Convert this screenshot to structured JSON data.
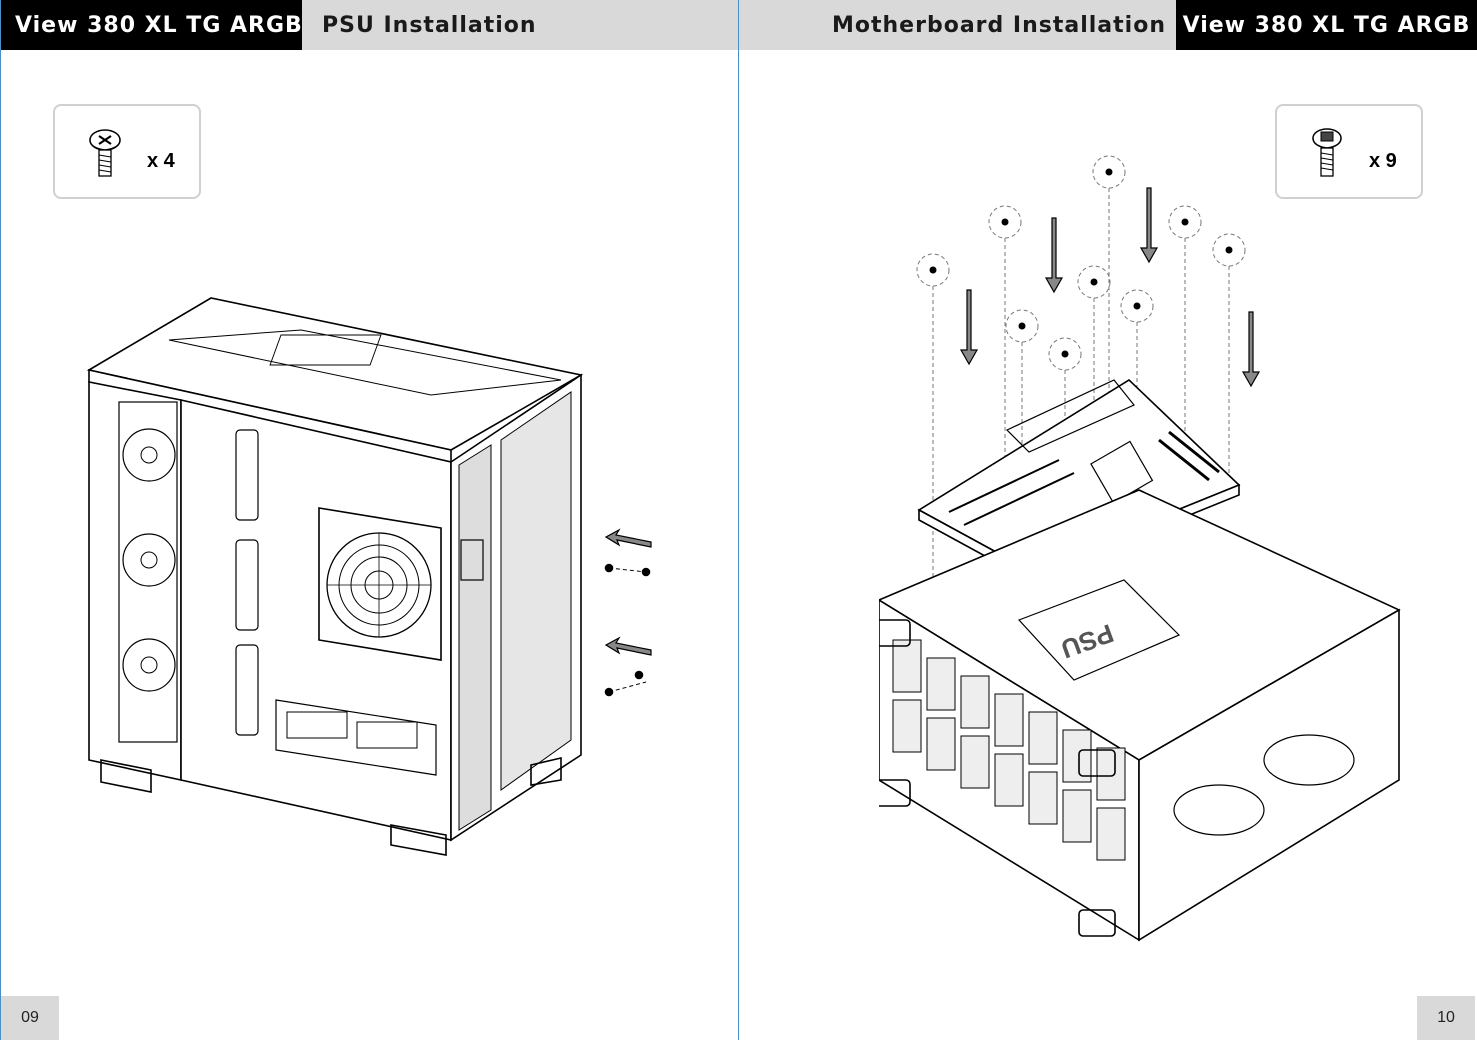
{
  "left_page": {
    "brand": "View 380 XL TG ARGB",
    "section_title": "PSU Installation",
    "screw_qty": "x 4",
    "page_number": "09"
  },
  "right_page": {
    "section_title": "Motherboard Installation",
    "brand": "View 380 XL TG ARGB",
    "screw_qty": "x 9",
    "psu_label": "PSU",
    "page_number": "10"
  }
}
